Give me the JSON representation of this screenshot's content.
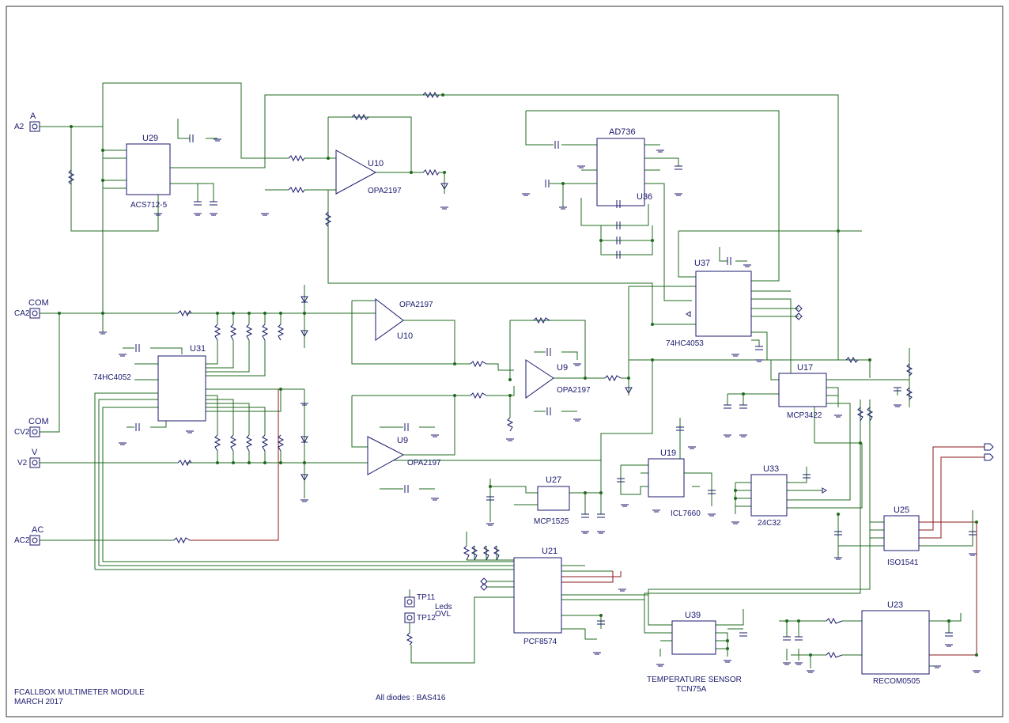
{
  "connectors": [
    {
      "name": "A",
      "pin": "A2"
    },
    {
      "name": "COM",
      "pin": "CA2"
    },
    {
      "name": "COM",
      "pin": "CV2"
    },
    {
      "name": "V",
      "pin": "V2"
    },
    {
      "name": "AC",
      "pin": "AC2"
    }
  ],
  "components": {
    "u29": {
      "ref": "U29",
      "part": "ACS712-5"
    },
    "u10a": {
      "ref": "U10",
      "part": "OPA2197"
    },
    "u10b": {
      "ref": "U10",
      "part": "OPA2197"
    },
    "ad736": {
      "ref": "U36",
      "part": "AD736"
    },
    "u37": {
      "ref": "U37",
      "part": "74HC4053"
    },
    "u31": {
      "ref": "U31",
      "part": "74HC4052"
    },
    "u9a": {
      "ref": "U9",
      "part": "OPA2197"
    },
    "u9b": {
      "ref": "U9",
      "part": "OPA2197"
    },
    "u17": {
      "ref": "U17",
      "part": "MCP3422"
    },
    "u19": {
      "ref": "U19",
      "part": "ICL7660"
    },
    "u27": {
      "ref": "U27",
      "part": "MCP1525"
    },
    "u33": {
      "ref": "U33",
      "part": "24C32"
    },
    "u25": {
      "ref": "U25",
      "part": "ISO1541"
    },
    "u21": {
      "ref": "U21",
      "part": "PCF8574"
    },
    "u39": {
      "ref": "U39",
      "part": "TCN75A"
    },
    "u23": {
      "ref": "U23",
      "part": "RECOM0505"
    }
  },
  "labels": {
    "temp_sensor": "TEMPERATURE SENSOR",
    "leds": "Leds",
    "ovl": "OVL",
    "tp11": "TP11",
    "tp12": "TP12",
    "diodes_note": "All diodes : BAS416"
  },
  "title_block": {
    "line1": "FCALLBOX MULTIMETER MODULE",
    "line2": "MARCH 2017"
  },
  "colors": {
    "wire": "#1f6b1f",
    "component": "#1a1a6e",
    "bus": "#8b1a1a"
  }
}
